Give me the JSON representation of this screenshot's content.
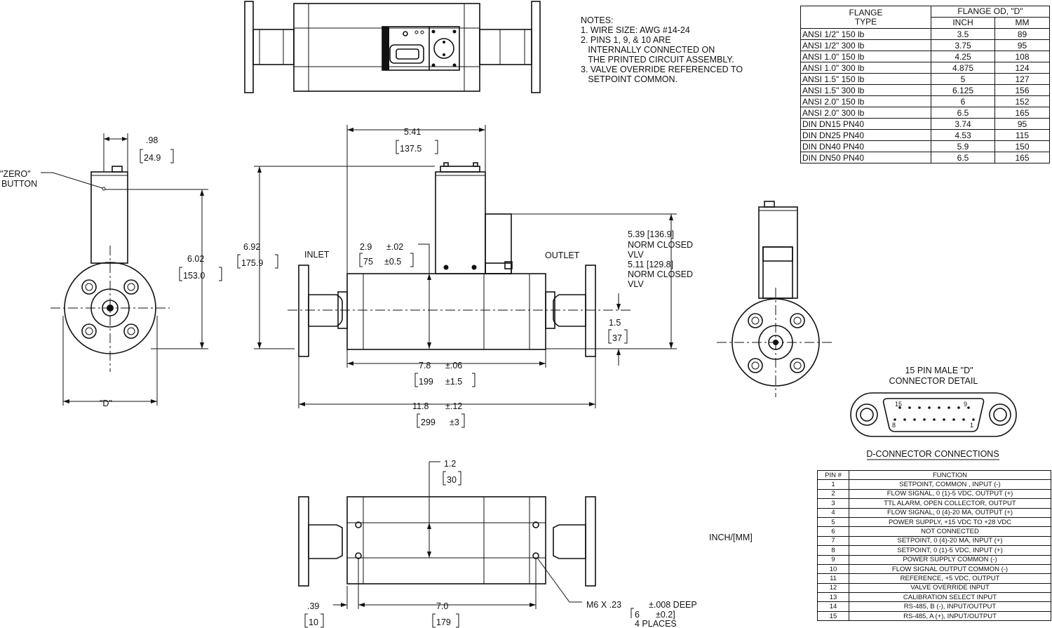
{
  "notes": {
    "heading": "NOTES:",
    "items": [
      "1. WIRE SIZE: AWG #14-24",
      "2. PINS 1, 9, & 10 ARE",
      "   INTERNALLY CONNECTED ON",
      "   THE PRINTED CIRCUIT ASSEMBLY.",
      "3. VALVE OVERRIDE REFERENCED TO",
      "   SETPOINT COMMON."
    ]
  },
  "flange_table": {
    "col_type": "FLANGE\nTYPE",
    "col_od": "FLANGE OD, \"D\"",
    "col_inch": "INCH",
    "col_mm": "MM",
    "rows": [
      {
        "type": "ANSI 1/2\" 150 lb",
        "inch": "3.5",
        "mm": "89"
      },
      {
        "type": "ANSI 1/2\" 300 lb",
        "inch": "3.75",
        "mm": "95"
      },
      {
        "type": "ANSI 1.0\" 150 lb",
        "inch": "4.25",
        "mm": "108"
      },
      {
        "type": "ANSI 1.0\" 300 lb",
        "inch": "4.875",
        "mm": "124"
      },
      {
        "type": "ANSI 1.5\" 150 lb",
        "inch": "5",
        "mm": "127"
      },
      {
        "type": "ANSI 1.5\" 300 lb",
        "inch": "6.125",
        "mm": "156"
      },
      {
        "type": "ANSI 2.0\" 150 lb",
        "inch": "6",
        "mm": "152"
      },
      {
        "type": "ANSI 2.0\" 300 lb",
        "inch": "6.5",
        "mm": "165"
      },
      {
        "type": "DIN DN15 PN40",
        "inch": "3.74",
        "mm": "95"
      },
      {
        "type": "DIN DN25 PN40",
        "inch": "4.53",
        "mm": "115"
      },
      {
        "type": "DIN DN40 PN40",
        "inch": "5.9",
        "mm": "150"
      },
      {
        "type": "DIN DN50 PN40",
        "inch": "6.5",
        "mm": "165"
      }
    ]
  },
  "connector": {
    "title_1": "15 PIN MALE \"D\"",
    "title_2": "CONNECTOR DETAIL",
    "pin_15": "15",
    "pin_9": "9",
    "pin_8": "8",
    "pin_1": "1"
  },
  "pin_table": {
    "heading": "D-CONNECTOR CONNECTIONS",
    "col_pin": "PIN #",
    "col_function": "FUNCTION",
    "rows": [
      {
        "pin": "1",
        "function": "SETPOINT, COMMON , INPUT (-)"
      },
      {
        "pin": "2",
        "function": "FLOW SIGNAL, 0 (1)-5 VDC, OUTPUT (+)"
      },
      {
        "pin": "3",
        "function": "TTL ALARM, OPEN COLLECTOR, OUTPUT"
      },
      {
        "pin": "4",
        "function": "FLOW SIGNAL, 0 (4)-20 MA, OUTPUT (+)"
      },
      {
        "pin": "5",
        "function": "POWER SUPPLY, +15 VDC TO +28 VDC"
      },
      {
        "pin": "6",
        "function": "NOT CONNECTED"
      },
      {
        "pin": "7",
        "function": "SETPOINT, 0 (4)-20 MA, INPUT (+)"
      },
      {
        "pin": "8",
        "function": "SETPOINT, 0 (1)-5 VDC, INPUT (+)"
      },
      {
        "pin": "9",
        "function": "POWER SUPPLY COMMON (-)"
      },
      {
        "pin": "10",
        "function": "FLOW SIGNAL OUTPUT COMMON (-)"
      },
      {
        "pin": "11",
        "function": "REFERENCE, +5 VDC, OUTPUT"
      },
      {
        "pin": "12",
        "function": "VALVE OVERRIDE INPUT"
      },
      {
        "pin": "13",
        "function": "CALIBRATION SELECT INPUT"
      },
      {
        "pin": "14",
        "function": "RS-485, B (-), INPUT/OUTPUT"
      },
      {
        "pin": "15",
        "function": "RS-485, A (+), INPUT/OUTPUT"
      }
    ]
  },
  "labels": {
    "zero_button_1": "\"ZERO\"",
    "zero_button_2": "BUTTON",
    "inlet": "INLET",
    "outlet": "OUTLET",
    "units": "INCH/[MM]",
    "flange_d": "\"D\"",
    "norm_closed_1": "5.39 [136.9]",
    "norm_closed_2": "NORM CLOSED",
    "norm_closed_3": "VLV",
    "norm_closed_4": "5.11 [129.8]",
    "norm_closed_5": "NORM CLOSED",
    "norm_closed_6": "VLV",
    "m6_1": "M6 X .23",
    "m6_tol": "±.008 DEEP",
    "m6_mm": "6",
    "m6_mm_tol": "±0.2]",
    "m6_places": "4 PLACES"
  },
  "dimensions": {
    "d098": ".98",
    "d249": "24.9",
    "d602": "6.02",
    "d1530": "153.0",
    "d692": "6.92",
    "d1759": "175.9",
    "d541": "5.41",
    "d1375": "137.5",
    "d29": "2.9",
    "d29tol": "±.02",
    "d75": "75",
    "d75tol": "±0.5",
    "d15": "1.5",
    "d37": "37",
    "d78": "7.8",
    "d78tol": "±.06",
    "d199": "199",
    "d199tol": "±1.5",
    "d118": "11.8",
    "d118tol": "±.12",
    "d299": "299",
    "d299tol": "±3",
    "d12": "1.2",
    "d30": "30",
    "d039": ".39",
    "d10": "10",
    "d70": "7.0",
    "d179": "179"
  }
}
